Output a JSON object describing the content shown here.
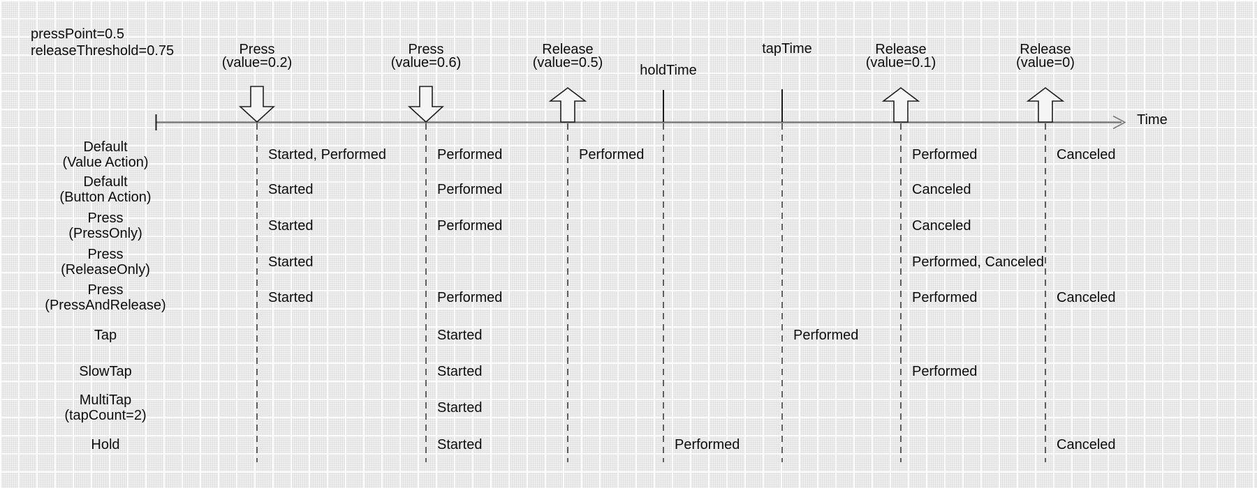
{
  "header": {
    "line1": "pressPoint=0.5",
    "line2": "releaseThreshold=0.75"
  },
  "axis": {
    "time_label": "Time"
  },
  "events": [
    {
      "name": "press-1",
      "line1": "Press",
      "line2": "(value=0.2)",
      "marker": "down-arrow"
    },
    {
      "name": "press-2",
      "line1": "Press",
      "line2": "(value=0.6)",
      "marker": "down-arrow"
    },
    {
      "name": "release-1",
      "line1": "Release",
      "line2": "(value=0.5)",
      "marker": "up-arrow"
    },
    {
      "name": "hold-time",
      "line1": "holdTime",
      "marker": "tick"
    },
    {
      "name": "tap-time",
      "line1": "tapTime",
      "marker": "tick"
    },
    {
      "name": "release-2",
      "line1": "Release",
      "line2": "(value=0.1)",
      "marker": "up-arrow"
    },
    {
      "name": "release-3",
      "line1": "Release",
      "line2": "(value=0)",
      "marker": "up-arrow"
    }
  ],
  "rows": [
    {
      "label1": "Default",
      "label2": "(Value Action)",
      "cells": {
        "c0": "Started, Performed",
        "c1": "Performed",
        "c2": "Performed",
        "c5": "Performed",
        "c6": "Canceled"
      }
    },
    {
      "label1": "Default",
      "label2": "(Button Action)",
      "cells": {
        "c0": "Started",
        "c1": "Performed",
        "c5": "Canceled"
      }
    },
    {
      "label1": "Press",
      "label2": "(PressOnly)",
      "cells": {
        "c0": "Started",
        "c1": "Performed",
        "c5": "Canceled"
      }
    },
    {
      "label1": "Press",
      "label2": "(ReleaseOnly)",
      "cells": {
        "c0": "Started",
        "c5": "Performed, Canceled"
      }
    },
    {
      "label1": "Press",
      "label2": "(PressAndRelease)",
      "cells": {
        "c0": "Started",
        "c1": "Performed",
        "c5": "Performed",
        "c6": "Canceled"
      }
    },
    {
      "label1": "Tap",
      "cells": {
        "c1": "Started",
        "c4": "Performed"
      }
    },
    {
      "label1": "SlowTap",
      "cells": {
        "c1": "Started",
        "c5": "Performed"
      }
    },
    {
      "label1": "MultiTap",
      "label2": "(tapCount=2)",
      "cells": {
        "c1": "Started"
      }
    },
    {
      "label1": "Hold",
      "cells": {
        "c1": "Started",
        "c3": "Performed",
        "c6": "Canceled"
      }
    }
  ],
  "colors": {
    "background": "#efefef",
    "axis": "#7a7a7a",
    "ink": "#111111"
  }
}
